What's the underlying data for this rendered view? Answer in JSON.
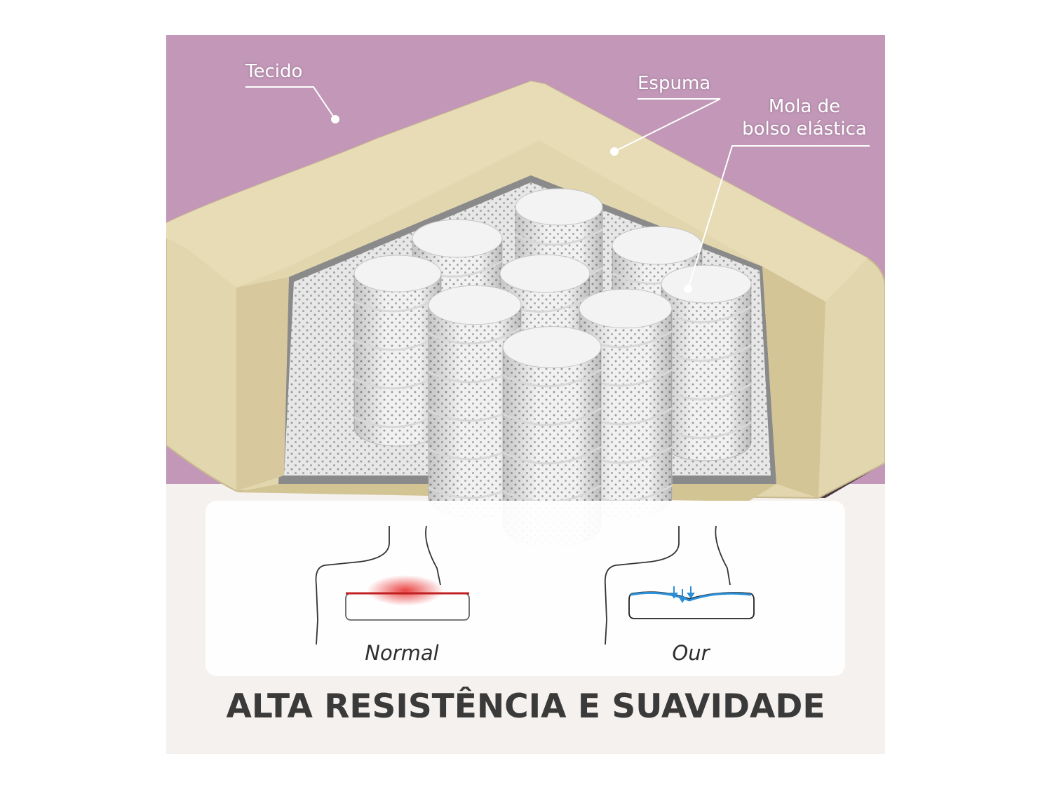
{
  "labels": {
    "fabric": "Tecido",
    "foam": "Espuma",
    "spring_line1": "Mola de",
    "spring_line2": "bolso elástica"
  },
  "comparison": {
    "normal": "Normal",
    "our": "Our"
  },
  "headline": "ALTA RESISTÊNCIA E SUAVIDADE",
  "colors": {
    "fabric": "#c297b8",
    "foam": "#e2d6ae",
    "spring_fabric": "#eeeeee",
    "pressure_red": "#e03030",
    "support_blue": "#2a8fd8",
    "headline": "#3a3a3a"
  }
}
